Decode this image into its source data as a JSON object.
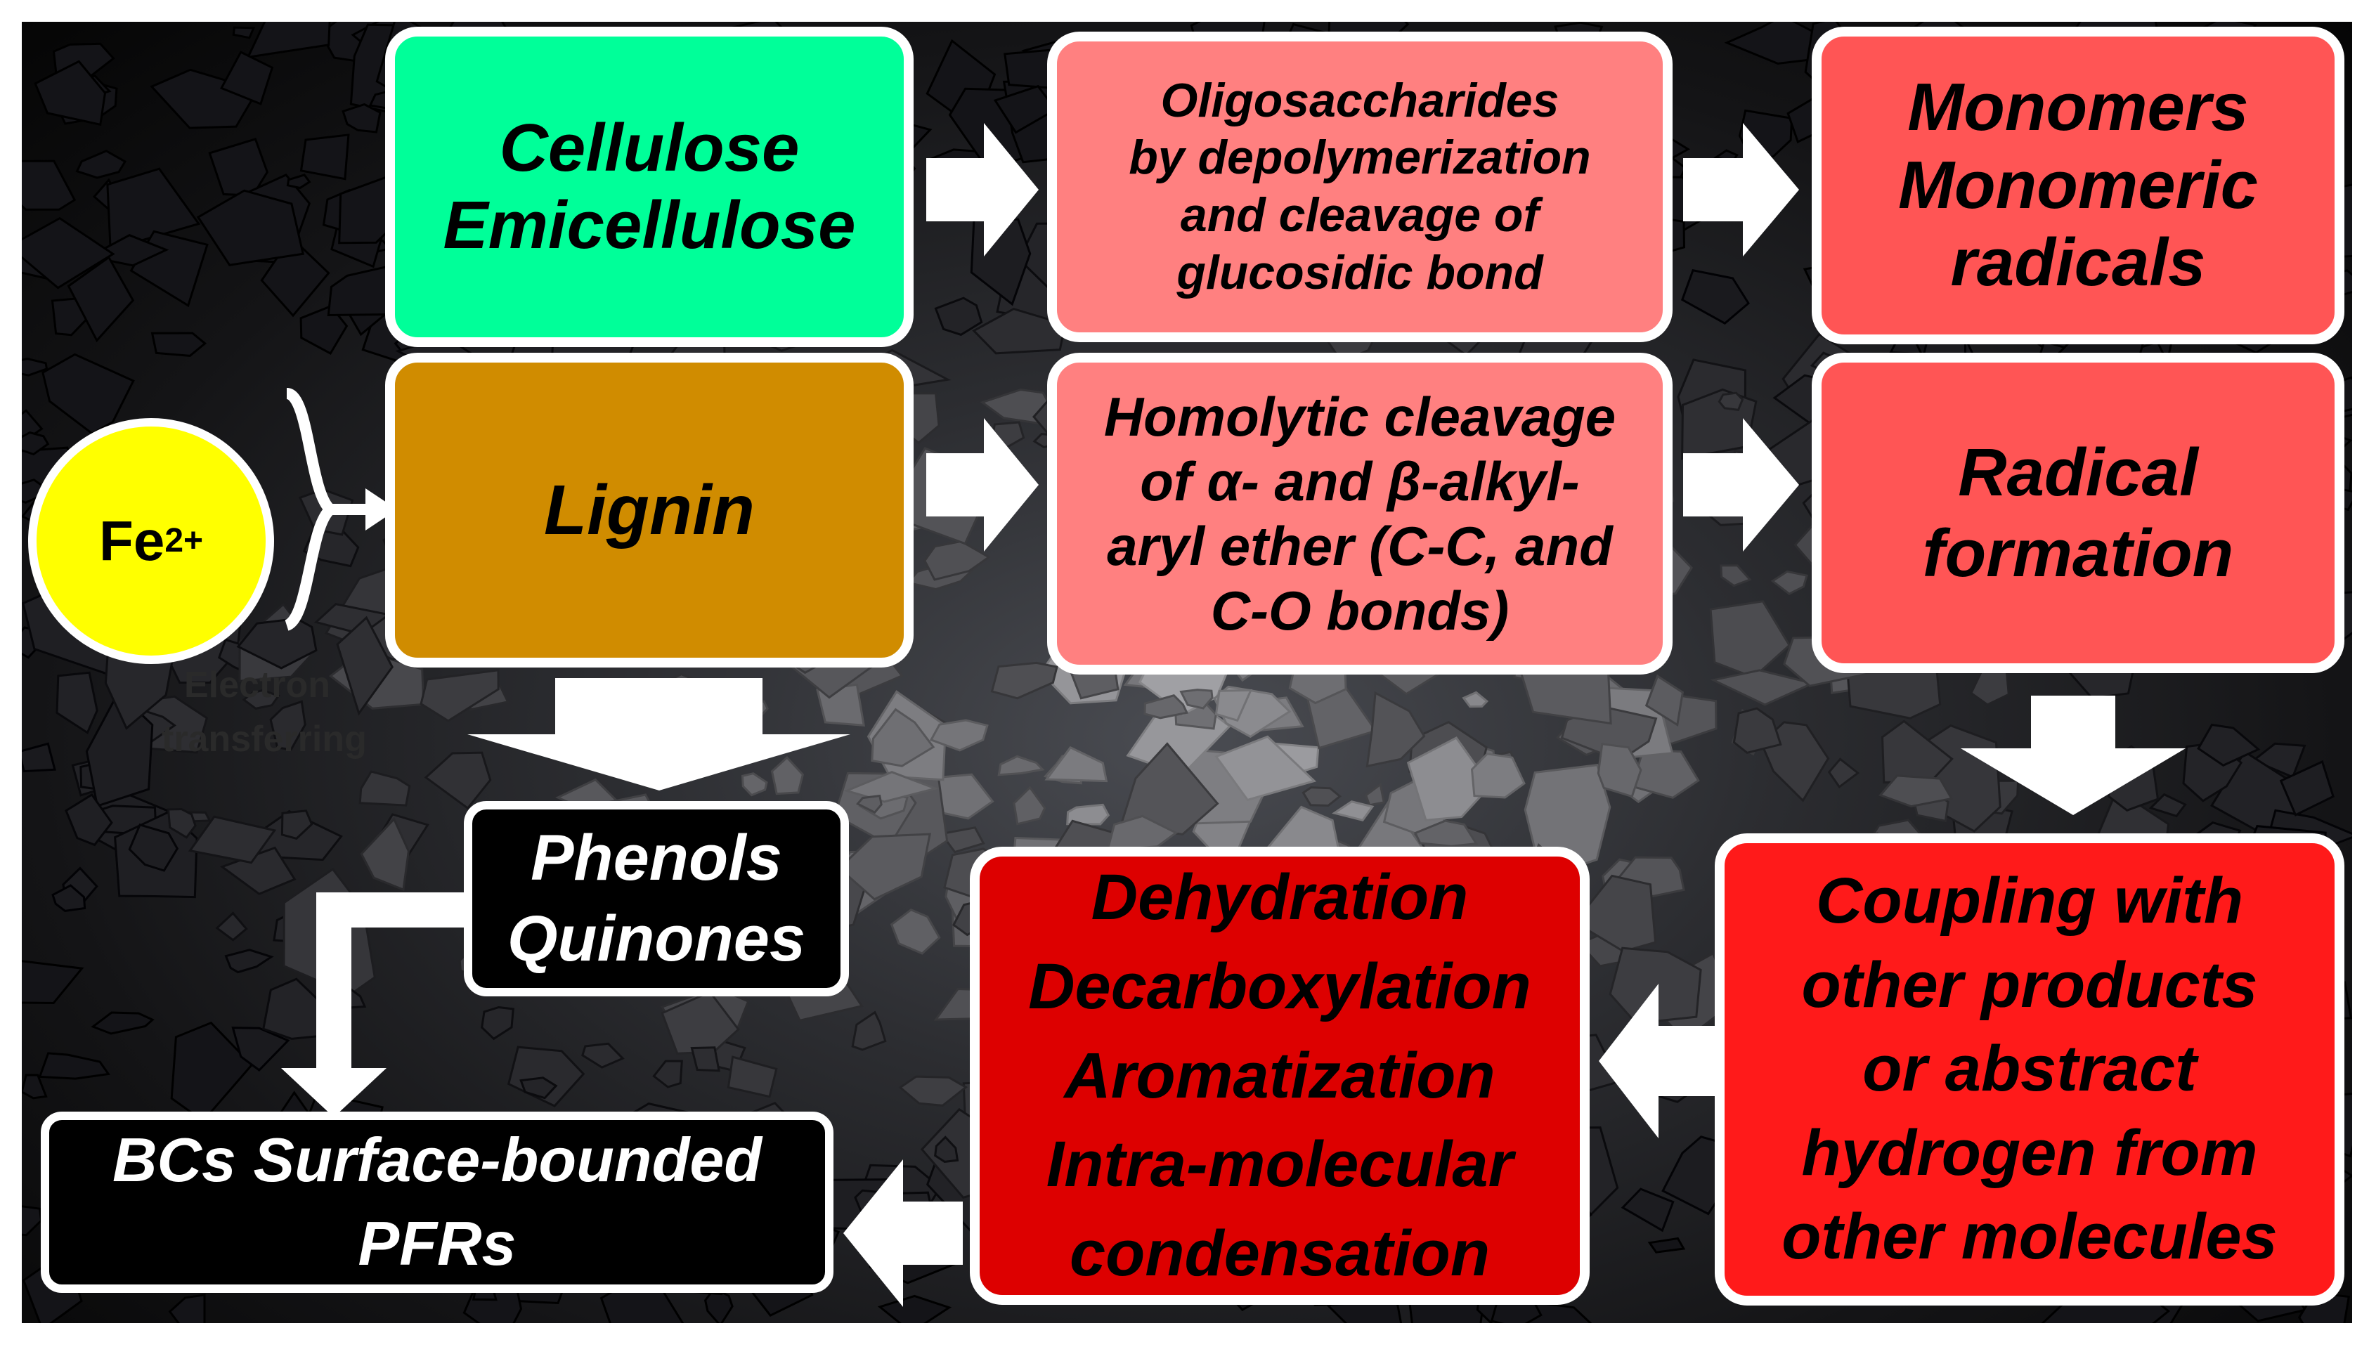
{
  "boxes": {
    "cellulose": {
      "lines": [
        "Cellulose",
        "Emicellulose"
      ],
      "color": "#00ff99"
    },
    "oligosaccharides": {
      "lines": [
        "Oligosaccharides",
        "by depolymerization",
        "and cleavage of",
        "glucosidic bond"
      ],
      "color": "#ff8080"
    },
    "monomers": {
      "lines": [
        "Monomers",
        "Monomeric",
        "radicals"
      ],
      "color": "#ff5555"
    },
    "lignin": {
      "lines": [
        "Lignin"
      ],
      "color": "#d08c00"
    },
    "homolytic": {
      "lines": [
        "Homolytic cleavage",
        "of α- and β-alkyl-",
        "aryl ether (C-C, and",
        "C-O bonds)"
      ],
      "color": "#ff8080"
    },
    "radical": {
      "lines": [
        "Radical",
        "formation"
      ],
      "color": "#ff5555"
    },
    "phenols": {
      "lines": [
        "Phenols",
        "Quinones"
      ],
      "color": "#000000"
    },
    "dehydration": {
      "lines": [
        "Dehydration",
        "Decarboxylation",
        "Aromatization",
        "Intra-molecular",
        "condensation"
      ],
      "color": "#dd0000"
    },
    "coupling": {
      "lines": [
        "Coupling with",
        "other products",
        "or abstract",
        "hydrogen from",
        "other molecules"
      ],
      "color": "#ff1a1a"
    },
    "pfrs": {
      "lines": [
        "BCs Surface-bounded",
        "PFRs"
      ],
      "color": "#000000"
    }
  },
  "fe": {
    "symbol": "Fe",
    "charge": "2+",
    "color": "#ffff00"
  },
  "electron_label": {
    "lines": [
      "Electron",
      "transferring"
    ]
  },
  "colors": {
    "arrow": "#ffffff",
    "box_border": "#ffffff",
    "dark_text": "#000000",
    "light_text": "#ffffff"
  }
}
